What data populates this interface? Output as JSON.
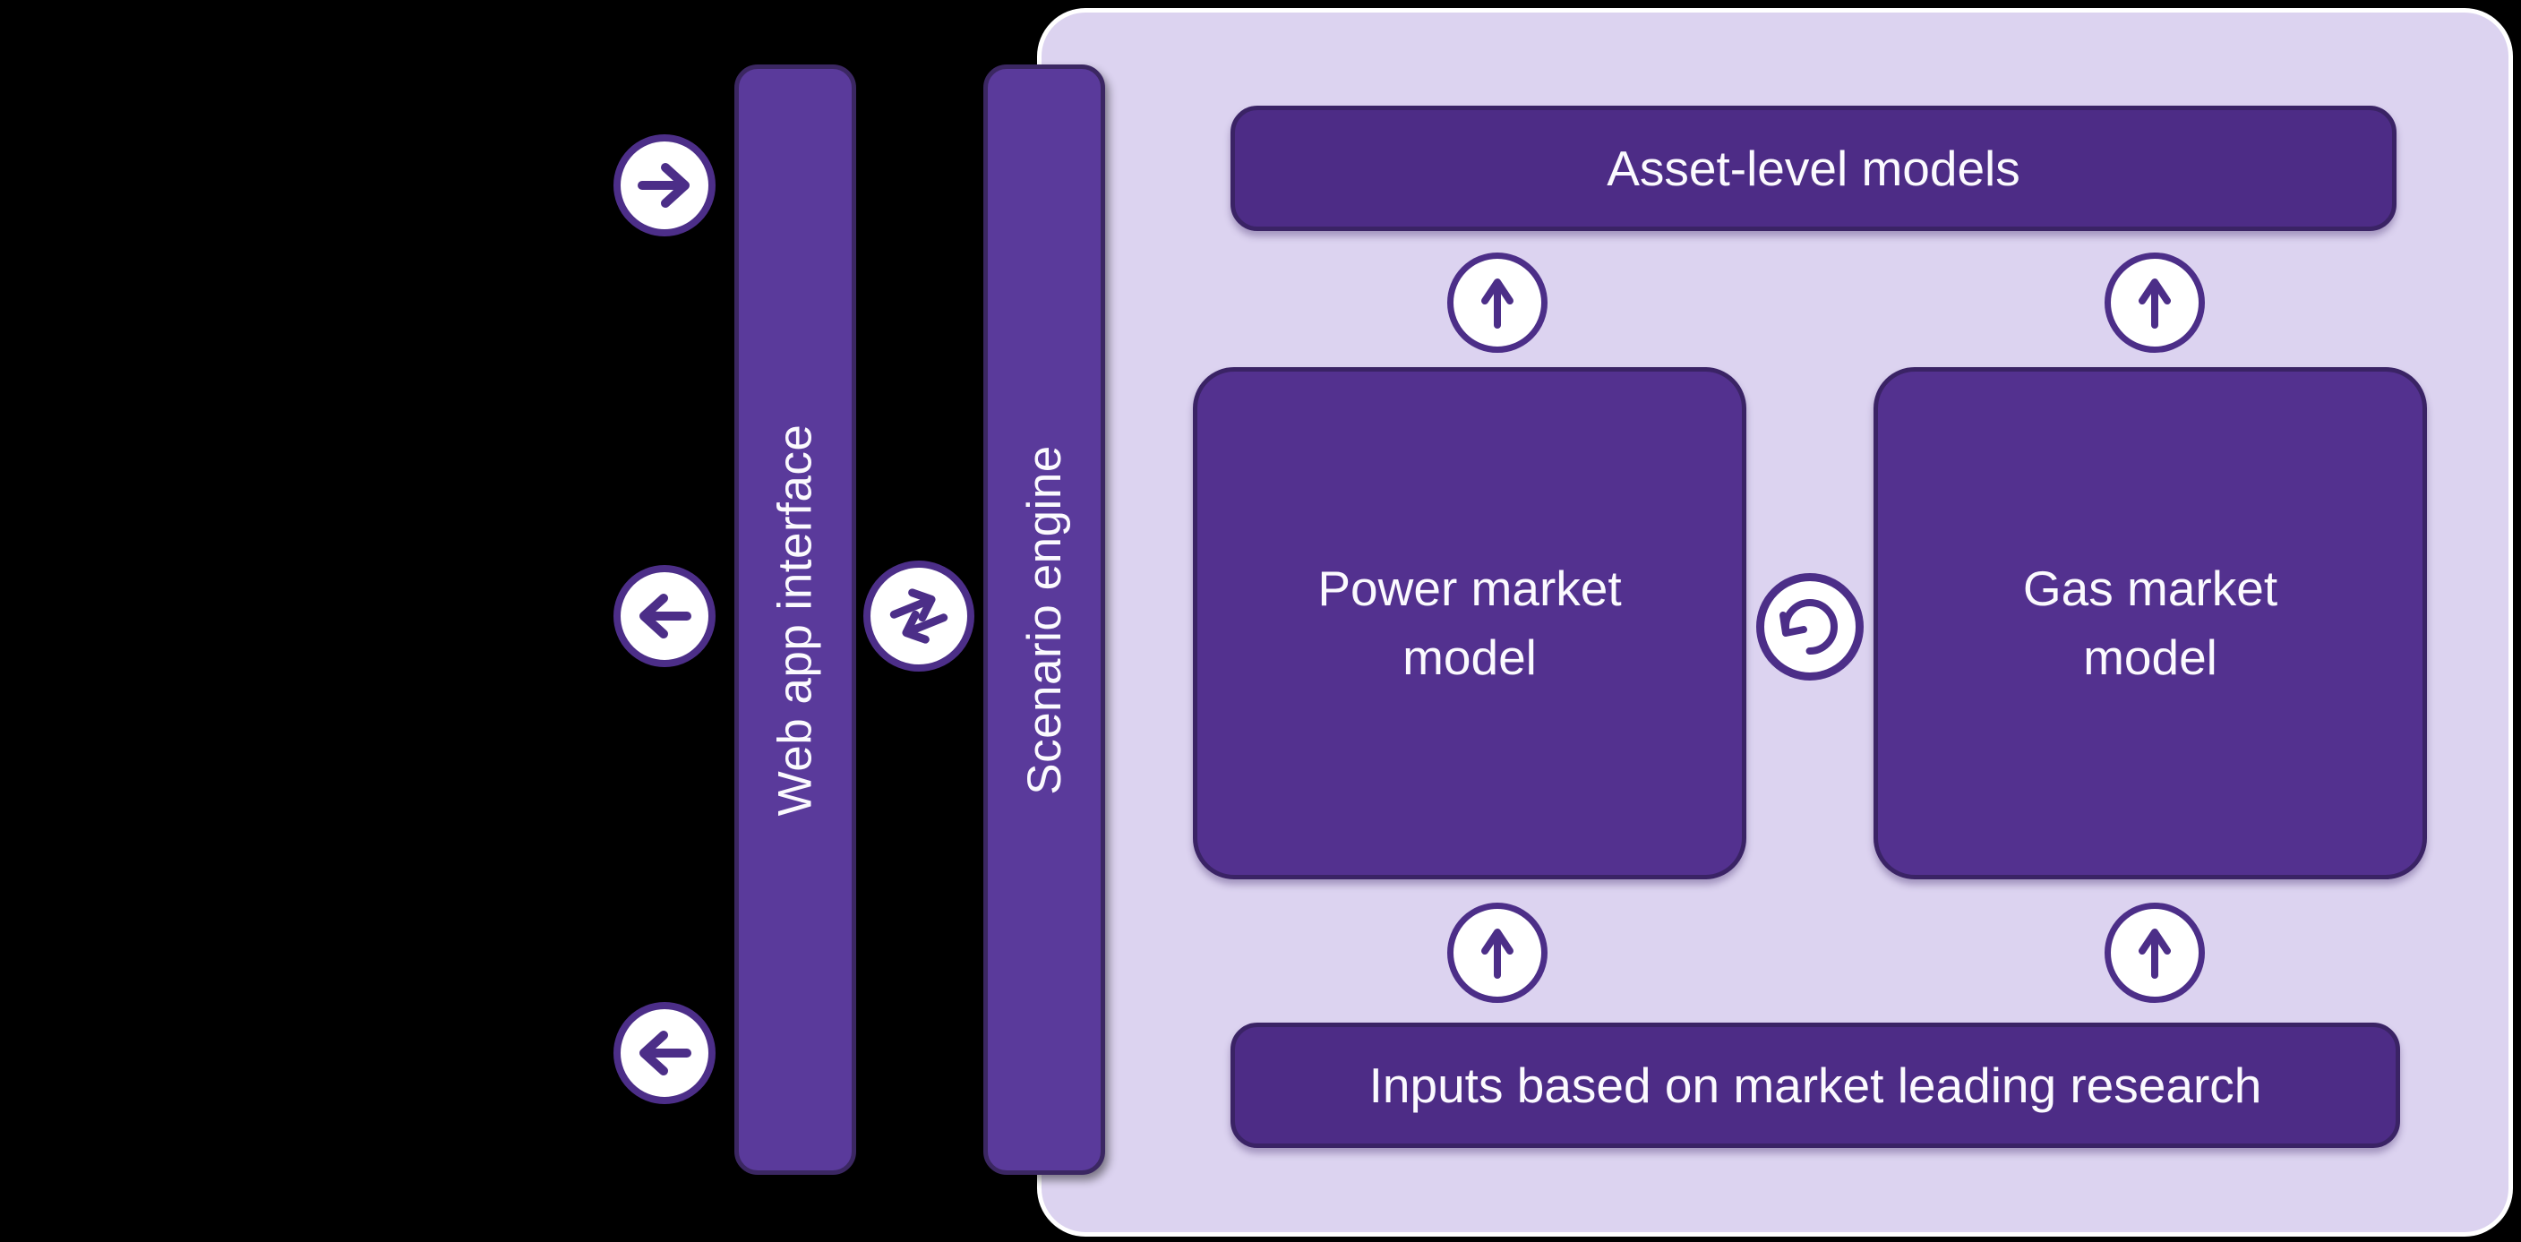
{
  "rail": {
    "web_app": {
      "label": "Web app interface"
    },
    "scenario": {
      "label": "Scenario engine"
    }
  },
  "panel": {
    "asset": {
      "label": "Asset-level models"
    },
    "power": {
      "label": "Power market model"
    },
    "gas": {
      "label": "Gas market model"
    },
    "inputs": {
      "label": "Inputs based on market leading research"
    }
  },
  "icons": {
    "arrow_right": "arrow-right-icon",
    "arrow_left": "arrow-left-icon",
    "swap": "swap-arrows-icon",
    "arrow_up": "arrow-up-icon",
    "cycle": "cycle-arrow-icon"
  },
  "colors": {
    "background": "#000000",
    "panel_bg": "#DCD3F0",
    "panel_outline": "#FFFFFF",
    "rail_bar_fill": "#5A3A9B",
    "model_box_fill": "#53318F",
    "band_fill": "#4D2C86",
    "dark_outline": "#3A2365",
    "icon_stroke": "#4C2E88",
    "text": "#FFFFFF"
  }
}
